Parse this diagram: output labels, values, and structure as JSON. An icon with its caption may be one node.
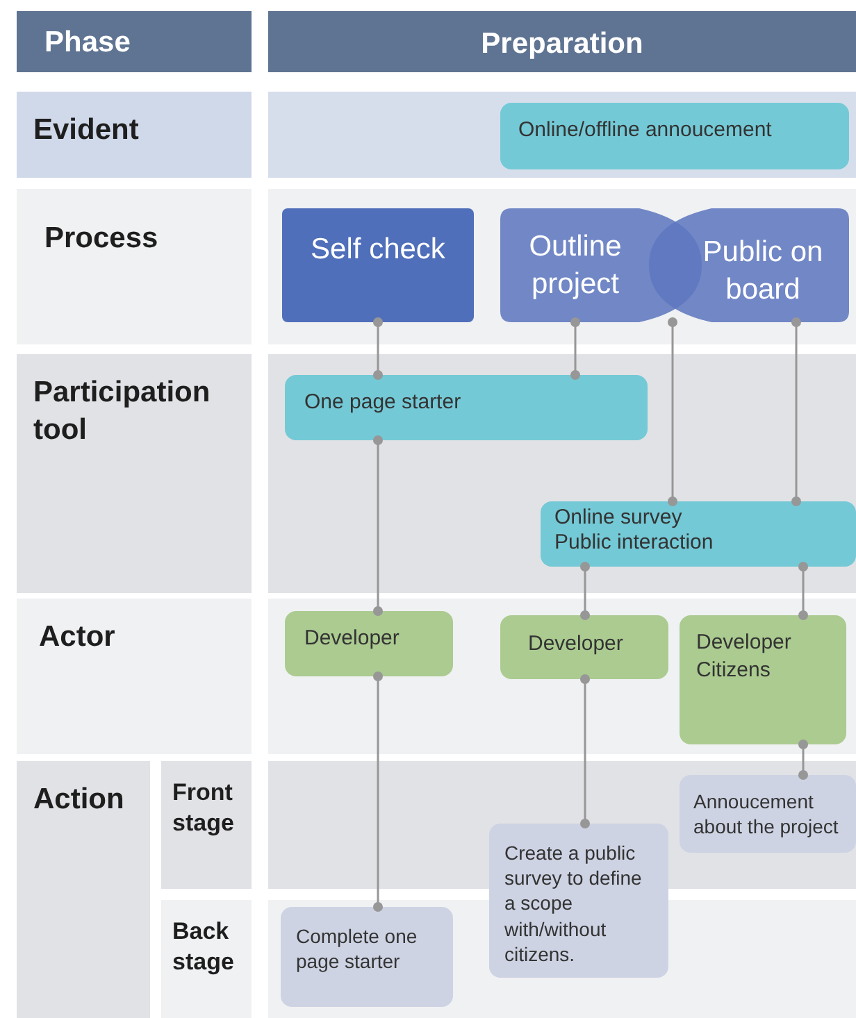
{
  "diagram": {
    "nodes": [
      {
        "text": [
          "Phase"
        ]
      },
      {
        "text": [
          "Preparation"
        ]
      },
      {
        "text": [
          "Evident"
        ]
      },
      {
        "text": [
          "Process"
        ]
      },
      {
        "text": [
          "Participation tool"
        ]
      },
      {
        "text": [
          "Actor"
        ]
      },
      {
        "text": [
          "Action"
        ]
      },
      {
        "text": [
          "Front stage"
        ]
      },
      {
        "text": [
          "Back stage"
        ]
      },
      {
        "text": [
          "Online/offline annoucement"
        ]
      },
      {
        "text": [
          "Self check"
        ]
      },
      {
        "text": [
          "Outline project"
        ]
      },
      {
        "text": [
          "Public on board"
        ]
      },
      {
        "text": [
          "One page starter"
        ]
      },
      {
        "text": [
          "Online survey",
          "Public interaction"
        ]
      },
      {
        "text": [
          "Developer"
        ]
      },
      {
        "text": [
          "Developer"
        ]
      },
      {
        "text": [
          "Developer",
          "Citizens"
        ]
      },
      {
        "text": [
          "Annoucement about the project"
        ]
      },
      {
        "text": [
          "Create a public survey to define a scope with/without citizens."
        ]
      },
      {
        "text": [
          "Complete one page starter"
        ]
      }
    ],
    "edges": [
      {
        "from": 10,
        "to": 13,
        "arrow": "other"
      },
      {
        "from": 11,
        "to": 13,
        "arrow": "other"
      },
      {
        "from": 11,
        "to": 14,
        "arrow": "other"
      },
      {
        "from": 12,
        "to": 14,
        "arrow": "other"
      },
      {
        "from": 13,
        "to": 15,
        "arrow": "other"
      },
      {
        "from": 14,
        "to": 16,
        "arrow": "other"
      },
      {
        "from": 14,
        "to": 17,
        "arrow": "other"
      },
      {
        "from": 15,
        "to": 20,
        "arrow": "other"
      },
      {
        "from": 16,
        "to": 19,
        "arrow": "other"
      },
      {
        "from": 17,
        "to": 18,
        "arrow": "other"
      }
    ]
  }
}
